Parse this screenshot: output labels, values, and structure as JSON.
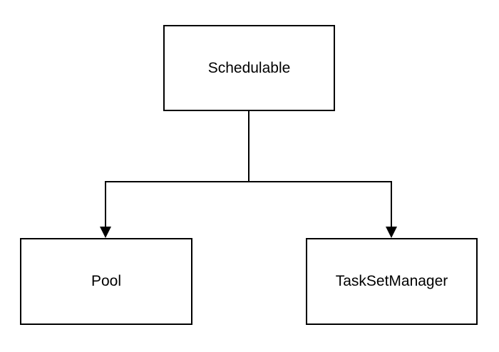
{
  "diagram": {
    "root": {
      "label": "Schedulable"
    },
    "children": [
      {
        "label": "Pool"
      },
      {
        "label": "TaskSetManager"
      }
    ],
    "colors": {
      "stroke": "#000000",
      "fill": "#ffffff",
      "text": "#000000"
    }
  }
}
